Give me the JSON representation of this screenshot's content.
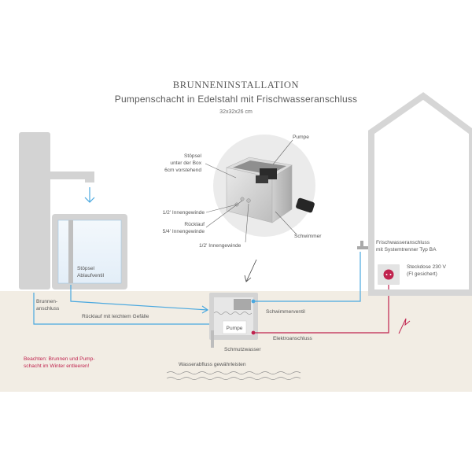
{
  "title": "BRUNNENINSTALLATION",
  "subtitle": "Pumpenschacht in Edelstahl mit Frischwasseranschluss",
  "dimensions": "32x32x26 cm",
  "labels": {
    "pumpe_top": "Pumpe",
    "stoepsel_box_1": "Stöpsel",
    "stoepsel_box_2": "unter der Box",
    "stoepsel_box_3": "6cm vorstehend",
    "innengewinde_half_a": "1/2' Innengewinde",
    "ruecklauf_1": "Rücklauf",
    "ruecklauf_2": "5/4' Innengewinde",
    "innengewinde_half_b": "1/2' Innengewinde",
    "schwimmer": "Schwimmer",
    "stoepsel_ablauf_1": "Stöpsel",
    "stoepsel_ablauf_2": "Ablaufventil",
    "brunnen_1": "Brunnen-",
    "brunnen_2": "anschluss",
    "ruecklauf_gefaelle": "Rücklauf mit leichtem Gefälle",
    "schwimmerventil": "Schwimmerventil",
    "pumpe_box": "Pumpe",
    "elektroanschluss": "Elektroanschluss",
    "schmutzwasser": "Schmutzwasser",
    "frischwasser_1": "Frischwasseranschluss",
    "frischwasser_2": "mit Systemtrenner Typ BA",
    "steckdose_1": "Steckdose 230 V",
    "steckdose_2": "(FI gesichert)",
    "warning_1": "Beachten: Brunnen und Pump-",
    "warning_2": "schacht im Winter entleeren!",
    "wasserabfluss": "Wasserabfluss gewährleisten"
  },
  "colors": {
    "ground": "#f2ede4",
    "gray": "#d3d3d3",
    "dark_gray": "#a9a9a9",
    "water_pipe": "#4aa8df",
    "electric": "#c0234e",
    "house_outline": "#d6d6d6",
    "text": "#555555"
  }
}
